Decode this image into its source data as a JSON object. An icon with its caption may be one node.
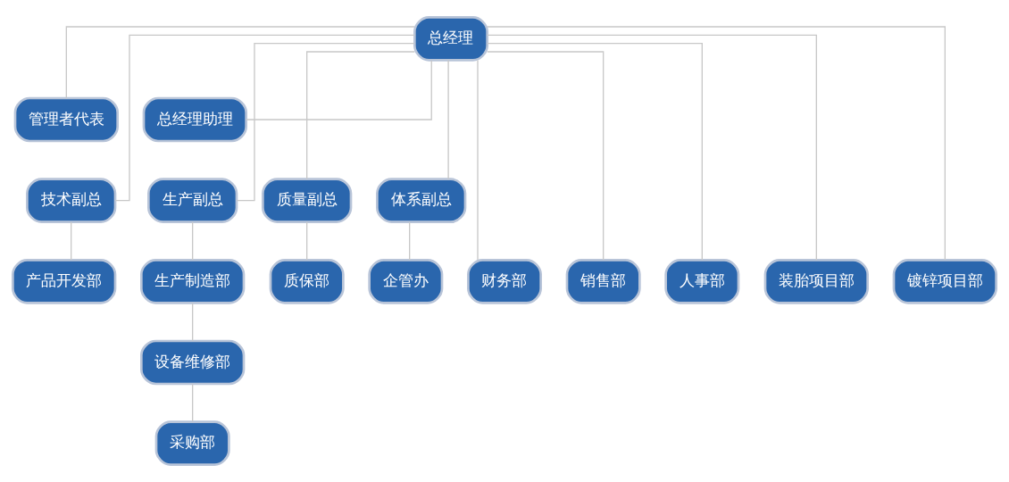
{
  "diagram": {
    "nodes": [
      {
        "text": [
          "总经理"
        ]
      },
      {
        "text": [
          "管理者代表"
        ]
      },
      {
        "text": [
          "总经理助理"
        ]
      },
      {
        "text": [
          "技术副总"
        ]
      },
      {
        "text": [
          "生产副总"
        ]
      },
      {
        "text": [
          "质量副总"
        ]
      },
      {
        "text": [
          "体系副总"
        ]
      },
      {
        "text": [
          "产品开发部"
        ]
      },
      {
        "text": [
          "生产制造部"
        ]
      },
      {
        "text": [
          "质保部"
        ]
      },
      {
        "text": [
          "企管办"
        ]
      },
      {
        "text": [
          "财务部"
        ]
      },
      {
        "text": [
          "销售部"
        ]
      },
      {
        "text": [
          "人事部"
        ]
      },
      {
        "text": [
          "装胎项目部"
        ]
      },
      {
        "text": [
          "镀锌项目部"
        ]
      },
      {
        "text": [
          "设备维修部"
        ]
      },
      {
        "text": [
          "采购部"
        ]
      }
    ],
    "edges": [
      {
        "from": 0,
        "to": 1,
        "arrow": "none"
      },
      {
        "from": 0,
        "to": 2,
        "arrow": "none"
      },
      {
        "from": 0,
        "to": 3,
        "arrow": "none"
      },
      {
        "from": 0,
        "to": 4,
        "arrow": "none"
      },
      {
        "from": 0,
        "to": 5,
        "arrow": "none"
      },
      {
        "from": 0,
        "to": 6,
        "arrow": "none"
      },
      {
        "from": 3,
        "to": 7,
        "arrow": "none"
      },
      {
        "from": 4,
        "to": 8,
        "arrow": "none"
      },
      {
        "from": 5,
        "to": 9,
        "arrow": "none"
      },
      {
        "from": 6,
        "to": 10,
        "arrow": "none"
      },
      {
        "from": 0,
        "to": 11,
        "arrow": "none"
      },
      {
        "from": 0,
        "to": 12,
        "arrow": "none"
      },
      {
        "from": 0,
        "to": 13,
        "arrow": "none"
      },
      {
        "from": 0,
        "to": 14,
        "arrow": "none"
      },
      {
        "from": 0,
        "to": 15,
        "arrow": "none"
      },
      {
        "from": 8,
        "to": 16,
        "arrow": "none"
      },
      {
        "from": 16,
        "to": 17,
        "arrow": "none"
      }
    ]
  }
}
